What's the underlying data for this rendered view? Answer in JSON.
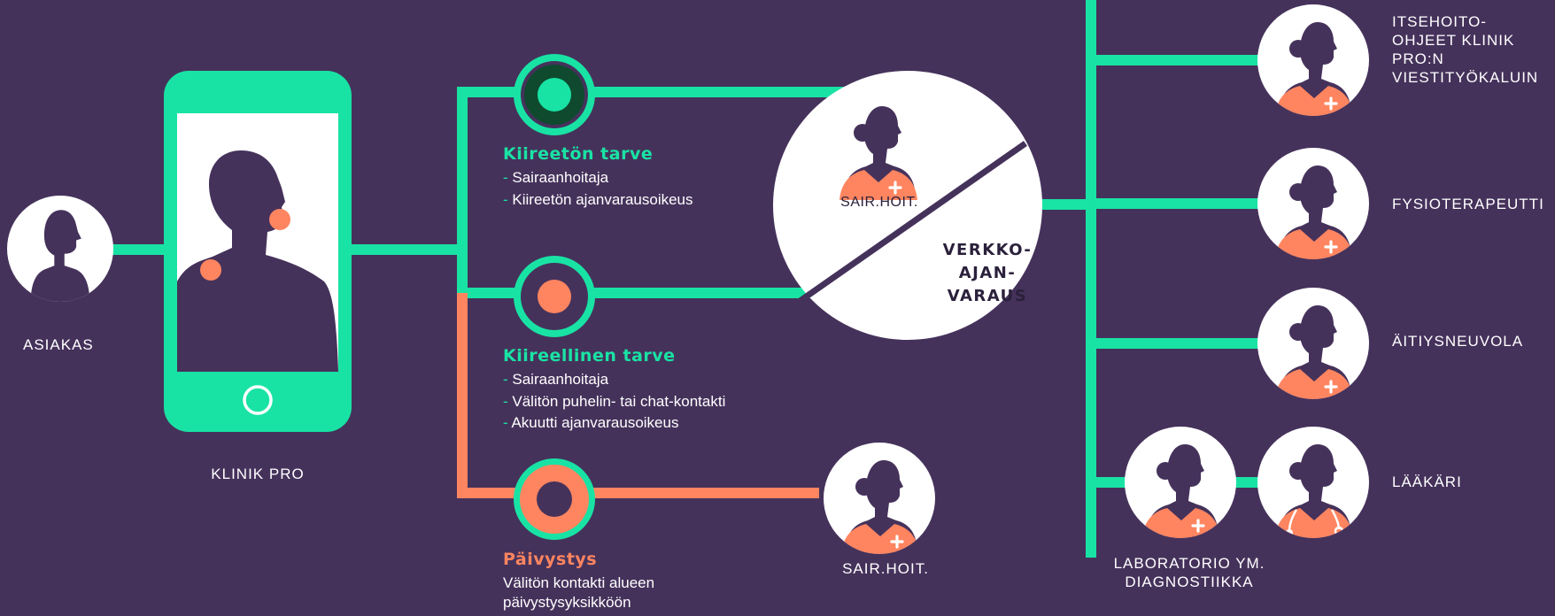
{
  "labels": {
    "asiakas": "ASIAKAS",
    "klinik_pro": "KLINIK PRO",
    "sair_hoit_top": "SAIR.HOIT.",
    "sair_hoit_bottom": "SAIR.HOIT.",
    "verkko": [
      "VERKKO-",
      "AJAN-",
      "VARAUS"
    ],
    "itsehoito": [
      "ITSEHOITO-",
      "OHJEET KLINIK",
      "PRO:N",
      "VIESTITYÖKALUIN"
    ],
    "fysioterapeutti": "FYSIOTERAPEUTTI",
    "aitiysneuvola": "ÄITIYSNEUVOLA",
    "laakari": "LÄÄKÄRI",
    "laboratorio": [
      "LABORATORIO YM.",
      "DIAGNOSTIIKKA"
    ]
  },
  "nodes": {
    "kiireeton": {
      "title": "Kiireetön tarve",
      "items": [
        "Sairaanhoitaja",
        "Kiireetön ajanvarausoikeus"
      ]
    },
    "kiireellinen": {
      "title": "Kiireellinen tarve",
      "items": [
        "Sairaanhoitaja",
        "Välitön puhelin- tai chat-kontakti",
        "Akuutti ajanvarausoikeus"
      ]
    },
    "paivystys": {
      "title": "Päivystys",
      "lines": [
        "Välitön kontakti alueen",
        "päivystysyksikköön"
      ]
    }
  },
  "colors": {
    "background": "#45325b",
    "green": "#19e3a4",
    "orange": "#ff8560",
    "dark": "#2b213c",
    "white": "#ffffff"
  },
  "icons": [
    "person-icon",
    "nurse-icon",
    "doctor-icon",
    "phone-icon",
    "customer-silhouette-icon"
  ]
}
